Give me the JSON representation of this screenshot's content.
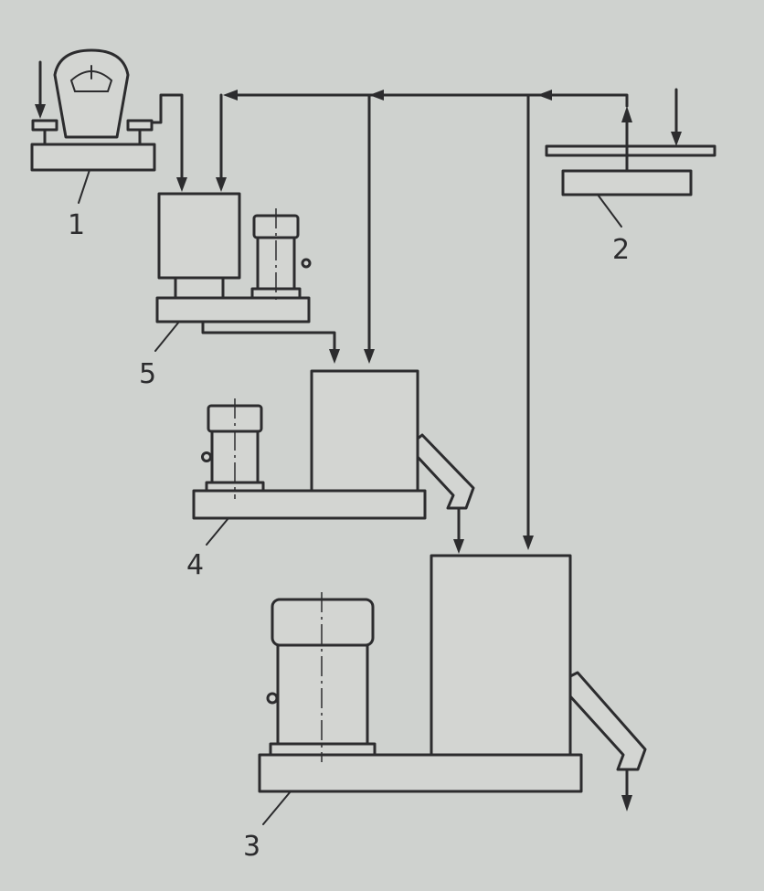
{
  "colors": {
    "paper": "#cfd2cf",
    "ink": "#2c2c2e"
  },
  "labels": {
    "scale": "1",
    "feeder": "2",
    "mill_large": "3",
    "mill_medium": "4",
    "mixer_small": "5"
  }
}
